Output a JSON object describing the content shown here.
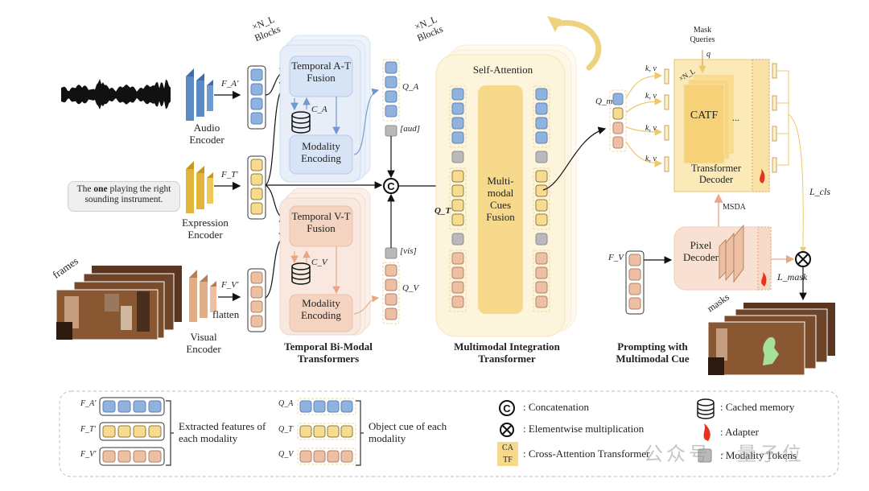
{
  "diagram": {
    "colors": {
      "audio": "#8fb3de",
      "text": "#f7dc8f",
      "visual": "#eec0a3",
      "gray_token": "#b9b9bb",
      "blue_panel": "#e7eef8",
      "orange_panel": "#f8e8df",
      "yellow_panel": "#fdf4dc",
      "fusion": "#f6d98a"
    },
    "inputs": {
      "expression_text_prefix": "The ",
      "expression_text_bold": "one",
      "expression_text_suffix": " playing the right sounding instrument.",
      "frames_label": "frames",
      "flatten_label": "flatten"
    },
    "encoders": {
      "audio": "Audio Encoder",
      "expression": "Expression Encoder",
      "visual": "Visual Encoder"
    },
    "features": {
      "audio": "F_A'",
      "text": "F_T'",
      "visual": "F_V'"
    },
    "bimodal": {
      "blocks_label": "×N_L Blocks",
      "at_fusion": "Temporal A-T Fusion",
      "vt_fusion": "Temporal V-T Fusion",
      "modality_encoding": "Modality Encoding",
      "cache_a": "C_A",
      "cache_v": "C_V",
      "title": "Temporal Bi-Modal Transformers"
    },
    "cues": {
      "qa": "Q_A",
      "qv": "Q_V",
      "qt": "Q_T",
      "aud_token": "[aud]",
      "vis_token": "[vis]"
    },
    "integration": {
      "blocks_label": "×N_L Blocks",
      "self_attention": "Self-Attention",
      "fusion": "Multi-modal Cues Fusion",
      "title": "Multimodal Integration Transformer"
    },
    "decoder": {
      "mask_queries": "Mask Queries",
      "q": "q",
      "kv": "k, v",
      "qm": "Q_m",
      "blocks_label": "×N_L",
      "catf": "CATF",
      "ellipsis": "...",
      "title": "Transformer Decoder",
      "msda": "MSDA",
      "pixel_decoder": "Pixel Decoder",
      "fv": "F_V",
      "loss_cls": "L_cls",
      "loss_mask": "L_mask",
      "masks_label": "masks",
      "section_title": "Prompting with Multimodal Cue"
    },
    "legend": {
      "extracted": "Extracted features of each modality",
      "object_cue": "Object cue of each modality",
      "concat": ": Concatenation",
      "mult": ": Elementwise multiplication",
      "catf_box": "CA TF",
      "catf_desc": ": Cross-Attention Transformer",
      "cached": ": Cached memory",
      "adapter": ": Adapter",
      "modality_tokens": ": Modality Tokens",
      "fa": "F_A'",
      "ft": "F_T'",
      "fv": "F_V'",
      "qa": "Q_A",
      "qt": "Q_T",
      "qv": "Q_V"
    },
    "watermark": "公众号 · 量子位"
  }
}
